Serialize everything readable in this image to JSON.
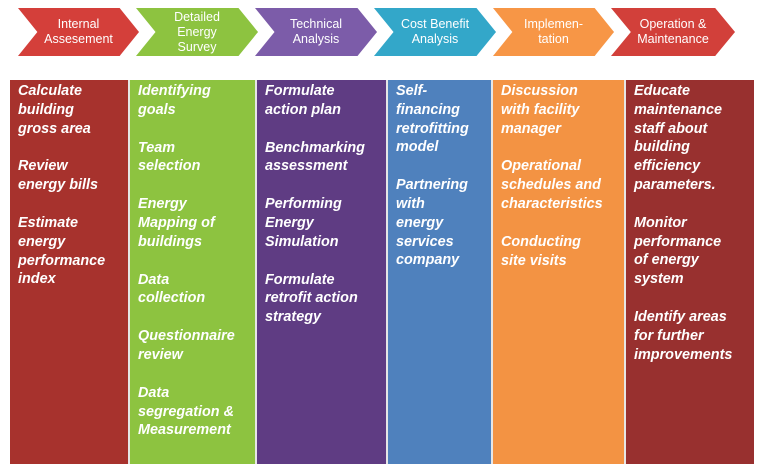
{
  "colors": {
    "internal": "#a7322d",
    "detailed": "#8dc340",
    "technical": "#5f3c83",
    "cost": "#4f81bd",
    "implementation": "#f39343",
    "operation": "#98302f",
    "technical_arrow": "#7c5ca9",
    "cost_arrow": "#33a7c9",
    "internal_arrow": "#d43f3a",
    "detailed_arrow": "#8dc340",
    "implementation_arrow": "#f79646",
    "operation_arrow": "#d2403a"
  },
  "stages": [
    {
      "label": "Internal\nAssesement"
    },
    {
      "label": "Detailed\nEnergy Survey"
    },
    {
      "label": "Technical\nAnalysis"
    },
    {
      "label": "Cost Benefit\nAnalysis"
    },
    {
      "label": "Implemen-\ntation"
    },
    {
      "label": "Operation &\nMaintenance"
    }
  ],
  "columns": [
    {
      "items": [
        "Calculate\nbuilding\ngross area",
        "Review\nenergy bills",
        "Estimate\nenergy\nperformance\nindex"
      ]
    },
    {
      "items": [
        "Identifying\ngoals",
        "Team\nselection",
        "Energy\nMapping of\nbuildings",
        "Data\ncollection",
        "Questionnaire\nreview",
        "Data\nsegregation &\nMeasurement"
      ]
    },
    {
      "items": [
        "Formulate\naction plan",
        "Benchmarking\nassessment",
        "Performing\nEnergy\nSimulation",
        "Formulate\nretrofit action\nstrategy"
      ]
    },
    {
      "items": [
        "Self-\nfinancing\nretrofitting\nmodel",
        "Partnering\nwith\nenergy\nservices\ncompany"
      ]
    },
    {
      "items": [
        "Discussion\nwith facility\nmanager",
        "Operational\nschedules and\ncharacteristics",
        "Conducting\nsite visits"
      ]
    },
    {
      "items": [
        "Educate\nmaintenance\nstaff about\nbuilding\nefficiency\nparameters.",
        "Monitor\nperformance\nof energy\nsystem",
        "Identify areas\nfor further\nimprovements"
      ]
    }
  ]
}
